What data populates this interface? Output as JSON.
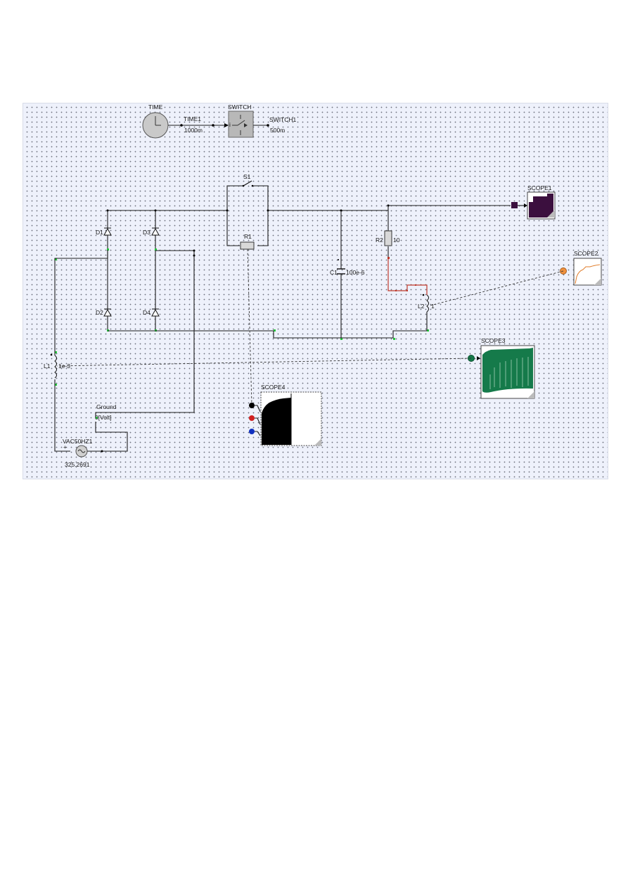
{
  "time_block": {
    "title": "TIME",
    "out_label": "TIME1",
    "out_value": "1000m"
  },
  "switch_block": {
    "title": "SWITCH",
    "out_label": "SWITCH1",
    "out_value": "500m"
  },
  "switch_s1": {
    "label": "S1"
  },
  "resistor_r1": {
    "label": "R1"
  },
  "resistor_r2": {
    "label": "R2",
    "value": "10"
  },
  "capacitor_c1": {
    "label": "C1",
    "value": "100e-6"
  },
  "inductor_l1": {
    "label": "L1",
    "value": "1e-3"
  },
  "inductor_l2": {
    "label": "L2",
    "value": "1"
  },
  "diodes": [
    "D1",
    "D2",
    "D3",
    "D4"
  ],
  "ground": {
    "label": "Ground",
    "value": "0[Volt]"
  },
  "source": {
    "label": "VAC50HZ1",
    "value": "325.2691"
  },
  "scopes": {
    "scope1": {
      "label": "SCOPE1",
      "color": "#3b0f3e"
    },
    "scope2": {
      "label": "SCOPE2",
      "color": "#f0913e"
    },
    "scope3": {
      "label": "SCOPE3",
      "color": "#157a4a"
    },
    "scope4": {
      "label": "SCOPE4",
      "colors": [
        "#000000",
        "#d02020",
        "#1030c0"
      ]
    }
  }
}
